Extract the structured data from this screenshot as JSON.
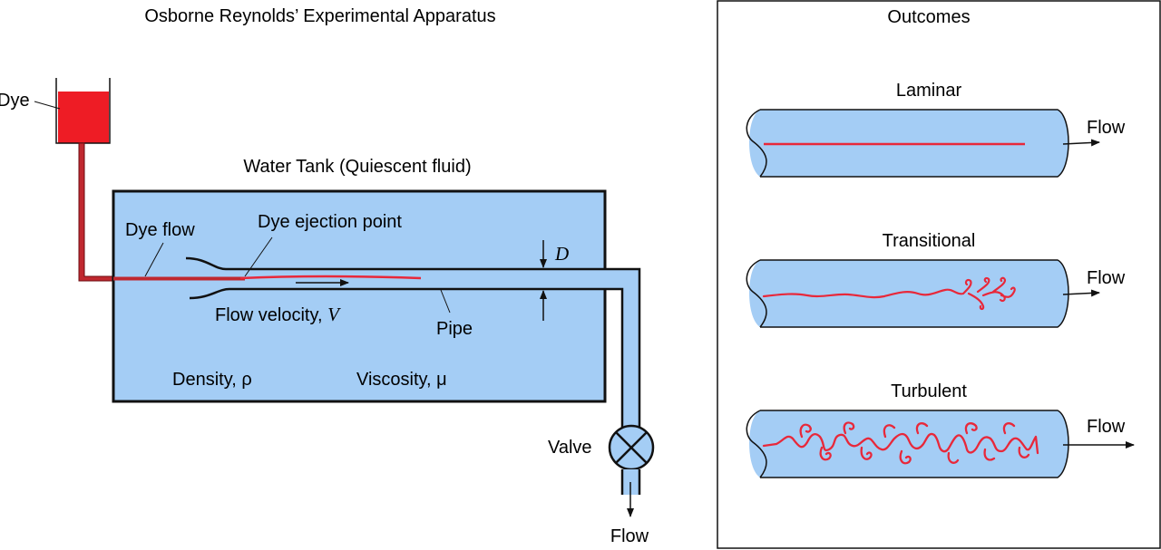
{
  "apparatus": {
    "title": "Osborne Reynolds’ Experimental Apparatus",
    "dye_label": "Dye",
    "tank_label": "Water Tank (Quiescent fluid)",
    "dye_flow_label": "Dye flow",
    "ejection_label": "Dye ejection point",
    "diameter_symbol": "D",
    "velocity_label": "Flow velocity, ",
    "velocity_symbol": "V",
    "pipe_label": "Pipe",
    "density_label": "Density, ρ",
    "viscosity_label": "Viscosity, μ",
    "valve_label": "Valve",
    "outlet_flow_label": "Flow"
  },
  "outcomes": {
    "title": "Outcomes",
    "items": [
      {
        "name": "Laminar",
        "flow_label": "Flow"
      },
      {
        "name": "Transitional",
        "flow_label": "Flow"
      },
      {
        "name": "Turbulent",
        "flow_label": "Flow"
      }
    ]
  },
  "colors": {
    "water": "#a4cdf5",
    "dye": "#e8283a",
    "dye_tank": "#ee1c25",
    "outline": "#111111"
  }
}
